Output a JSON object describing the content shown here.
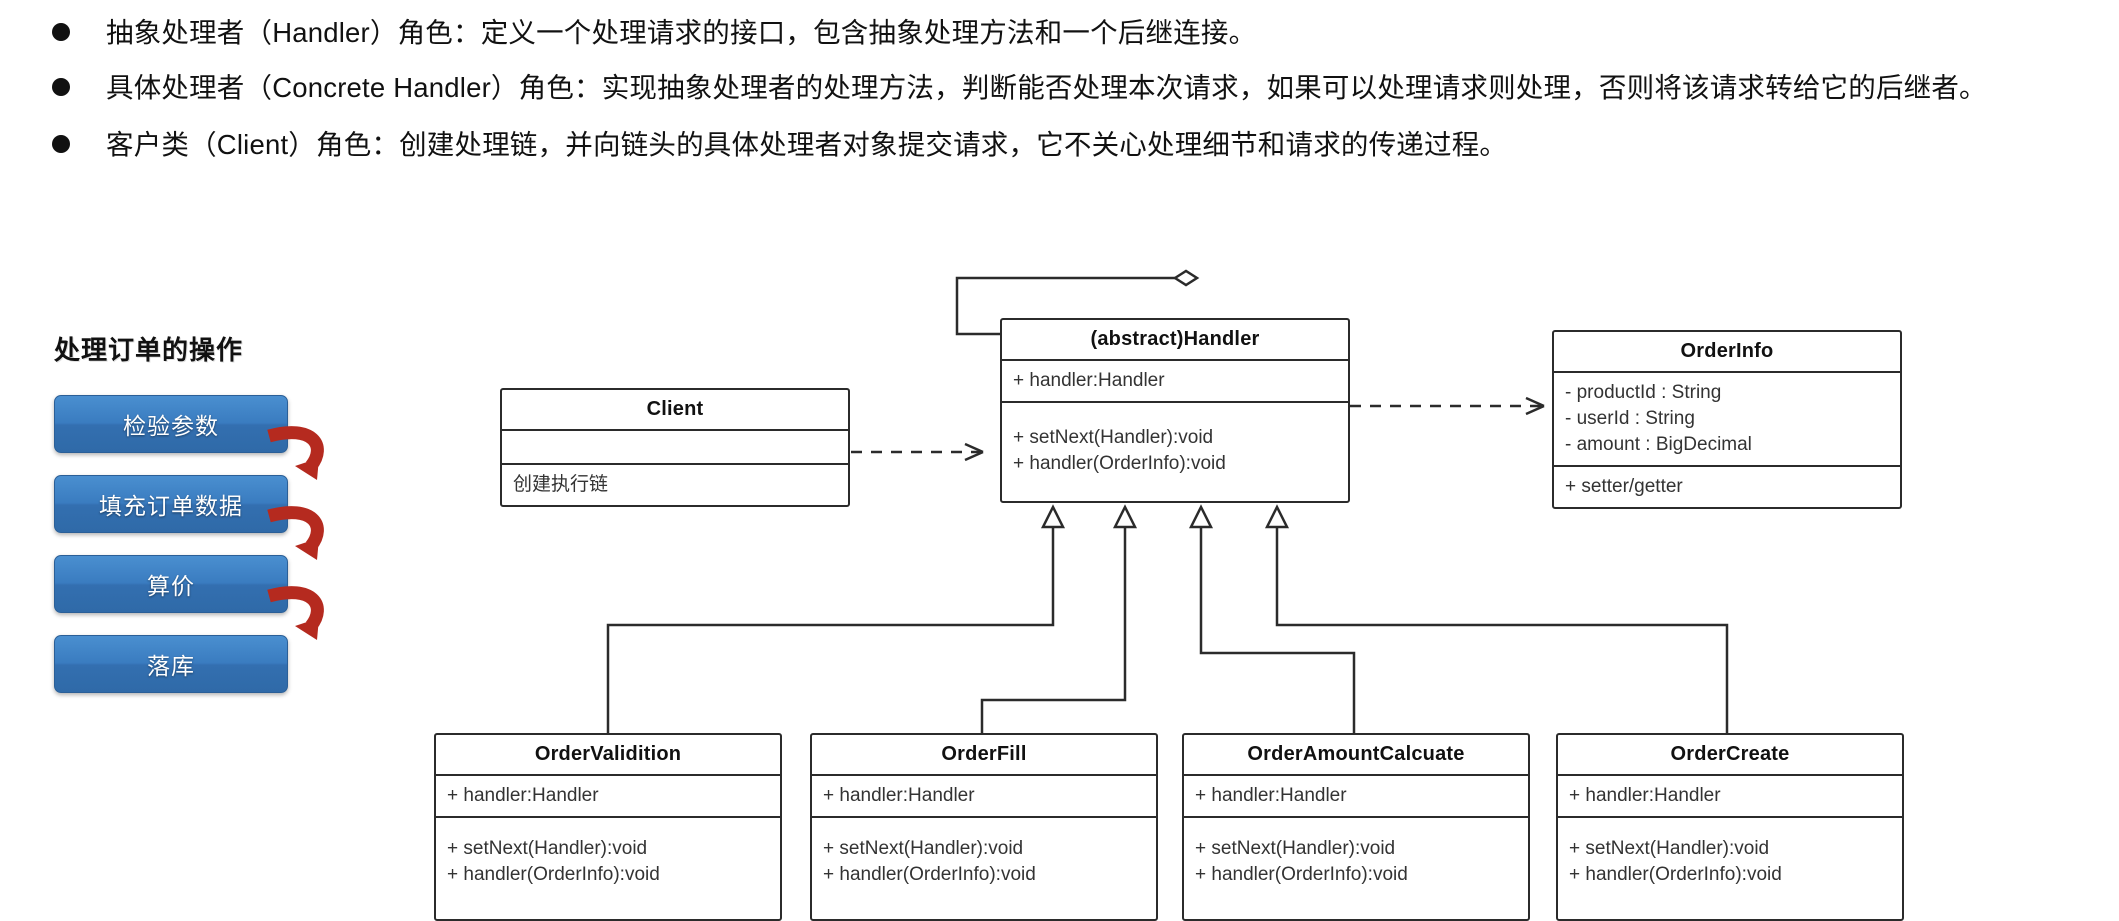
{
  "bullets": [
    {
      "id": "handler-role",
      "text": "抽象处理者（Handler）角色：定义一个处理请求的接口，包含抽象处理方法和一个后继连接。"
    },
    {
      "id": "concrete-handler-role",
      "text": "具体处理者（Concrete Handler）角色：实现抽象处理者的处理方法，判断能否处理本次请求，如果可以处理请求则处理，否则将该请求转给它的后继者。"
    },
    {
      "id": "client-role",
      "text": "客户类（Client）角色：创建处理链，并向链头的具体处理者对象提交请求，它不关心处理细节和请求的传递过程。"
    }
  ],
  "left_panel": {
    "title": "处理订单的操作",
    "accent_color": "#3a7cc0",
    "arrow_color": "#b52a1f",
    "steps": [
      {
        "label": "检验参数"
      },
      {
        "label": "填充订单数据"
      },
      {
        "label": "算价"
      },
      {
        "label": "落库"
      }
    ]
  },
  "uml": {
    "classes": [
      {
        "id": "client",
        "name": "Client",
        "attributes": [],
        "operations": [
          "创建执行链"
        ]
      },
      {
        "id": "handler",
        "name": "(abstract)Handler",
        "attributes": [
          "+ handler:Handler"
        ],
        "operations": [
          "+ setNext(Handler):void",
          "+ handler(OrderInfo):void"
        ]
      },
      {
        "id": "orderinfo",
        "name": "OrderInfo",
        "attributes": [
          "- productId : String",
          "- userId : String",
          "- amount : BigDecimal"
        ],
        "operations": [
          "+ setter/getter"
        ]
      },
      {
        "id": "ordervalidition",
        "name": "OrderValidition",
        "attributes": [
          "+ handler:Handler"
        ],
        "operations": [
          "+ setNext(Handler):void",
          "+ handler(OrderInfo):void"
        ]
      },
      {
        "id": "orderfill",
        "name": "OrderFill",
        "attributes": [
          "+ handler:Handler"
        ],
        "operations": [
          "+ setNext(Handler):void",
          "+ handler(OrderInfo):void"
        ]
      },
      {
        "id": "orderamountcalcuate",
        "name": "OrderAmountCalcuate",
        "attributes": [
          "+ handler:Handler"
        ],
        "operations": [
          "+ setNext(Handler):void",
          "+ handler(OrderInfo):void"
        ]
      },
      {
        "id": "ordercreate",
        "name": "OrderCreate",
        "attributes": [
          "+ handler:Handler"
        ],
        "operations": [
          "+ setNext(Handler):void",
          "+ handler(OrderInfo):void"
        ]
      }
    ],
    "relations": [
      {
        "type": "aggregation",
        "from": "handler",
        "to": "handler"
      },
      {
        "type": "dependency",
        "from": "client",
        "to": "handler"
      },
      {
        "type": "dependency",
        "from": "handler",
        "to": "orderinfo"
      },
      {
        "type": "generalization",
        "from": "ordervalidition",
        "to": "handler"
      },
      {
        "type": "generalization",
        "from": "orderfill",
        "to": "handler"
      },
      {
        "type": "generalization",
        "from": "orderamountcalcuate",
        "to": "handler"
      },
      {
        "type": "generalization",
        "from": "ordercreate",
        "to": "handler"
      }
    ]
  }
}
